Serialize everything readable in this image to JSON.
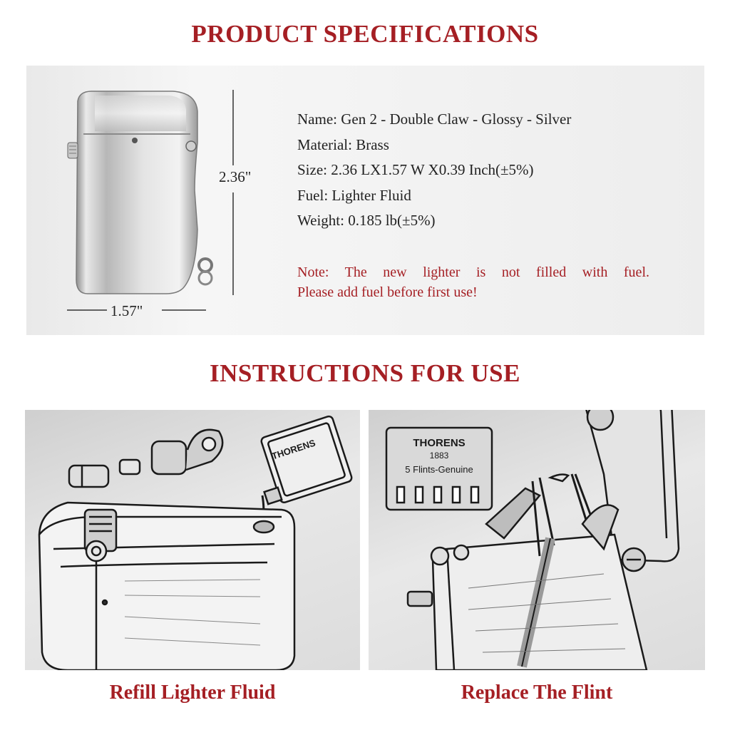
{
  "headings": {
    "specs": "PRODUCT SPECIFICATIONS",
    "instructions": "INSTRUCTIONS FOR USE"
  },
  "dimensions": {
    "height": "2.36\"",
    "width": "1.57\""
  },
  "specs": {
    "name": "Name:  Gen 2 - Double Claw - Glossy - Silver",
    "material": "Material: Brass",
    "size": "Size: 2.36 LX1.57 W X0.39 Inch(±5%)",
    "fuel": "Fuel: Lighter Fluid",
    "weight": "Weight: 0.185 lb(±5%)"
  },
  "note": {
    "line1": "Note: The new lighter is not filled with fuel.",
    "line2": "Please add fuel before first use!"
  },
  "flint_pack": {
    "brand": "THORENS",
    "year": "1883",
    "label": "5 Flints-Genuine"
  },
  "fluid_can": {
    "brand": "THORENS"
  },
  "captions": {
    "left": "Refill Lighter Fluid",
    "right": "Replace The Flint"
  },
  "colors": {
    "accent": "#a51f24",
    "text": "#222222",
    "panel": "#f2f2f2"
  }
}
